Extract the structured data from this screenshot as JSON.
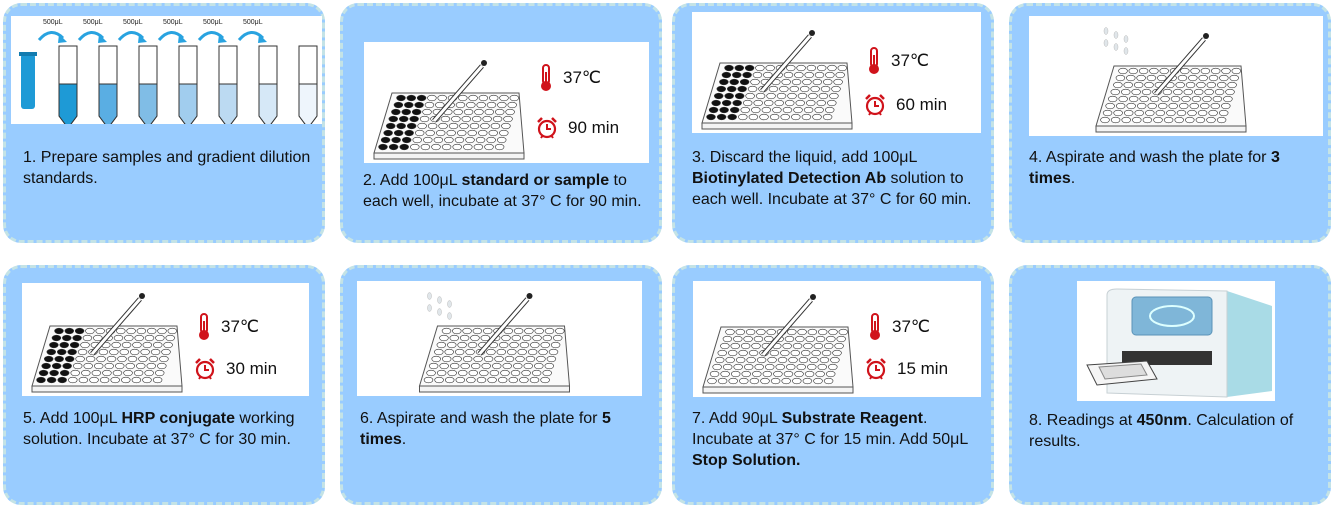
{
  "steps": [
    {
      "number": "1.",
      "text": "Prepare samples and gradient dilution standards.",
      "transfer_volume": "500μL",
      "transfers": 6,
      "tubes": 7
    },
    {
      "number": "2.",
      "pre": "Add 100μL ",
      "bold": "standard or sample",
      "post": " to each well,  incubate at 37° C for 90 min.",
      "temp": "37℃",
      "time": "90 min",
      "filled_columns": 3
    },
    {
      "number": "3.",
      "pre": "Discard the liquid, add 100μL ",
      "bold": "Biotinylated Detection Ab",
      "post": " solution to each well. Incubate at 37° C for 60 min.",
      "temp": "37℃",
      "time": "60 min",
      "filled_columns": 3
    },
    {
      "number": "4.",
      "pre": "Aspirate and wash the plate for ",
      "bold": "3 times",
      "post": "."
    },
    {
      "number": "5.",
      "pre": "Add 100μL ",
      "bold": "HRP conjugate",
      "post": " working solution. Incubate at 37° C for 30 min.",
      "temp": "37℃",
      "time": "30 min",
      "filled_columns": 3
    },
    {
      "number": "6.",
      "pre": "Aspirate and wash the plate for ",
      "bold": "5 times",
      "post": "."
    },
    {
      "number": "7.",
      "pre": "Add 90μL ",
      "bold": "Substrate Reagent",
      "post": ". Incubate at 37° C for 15 min. Add 50μL ",
      "bold2": "Stop Solution."
    },
    {
      "number": "8.",
      "pre": "Readings at ",
      "bold": "450nm",
      "post": ". Calculation of results."
    }
  ],
  "colors": {
    "card": "#99ccff",
    "border": "#c4e3e6",
    "icon_red": "#d0131b",
    "tube_blue": "#1e9ad6",
    "arrow": "#29a3e0"
  },
  "tube_fills": [
    "#1e9ad6",
    "#5aaee3",
    "#80bde6",
    "#a1cdee",
    "#bcdaf2",
    "#d6e8f7",
    "#eef5fc"
  ]
}
